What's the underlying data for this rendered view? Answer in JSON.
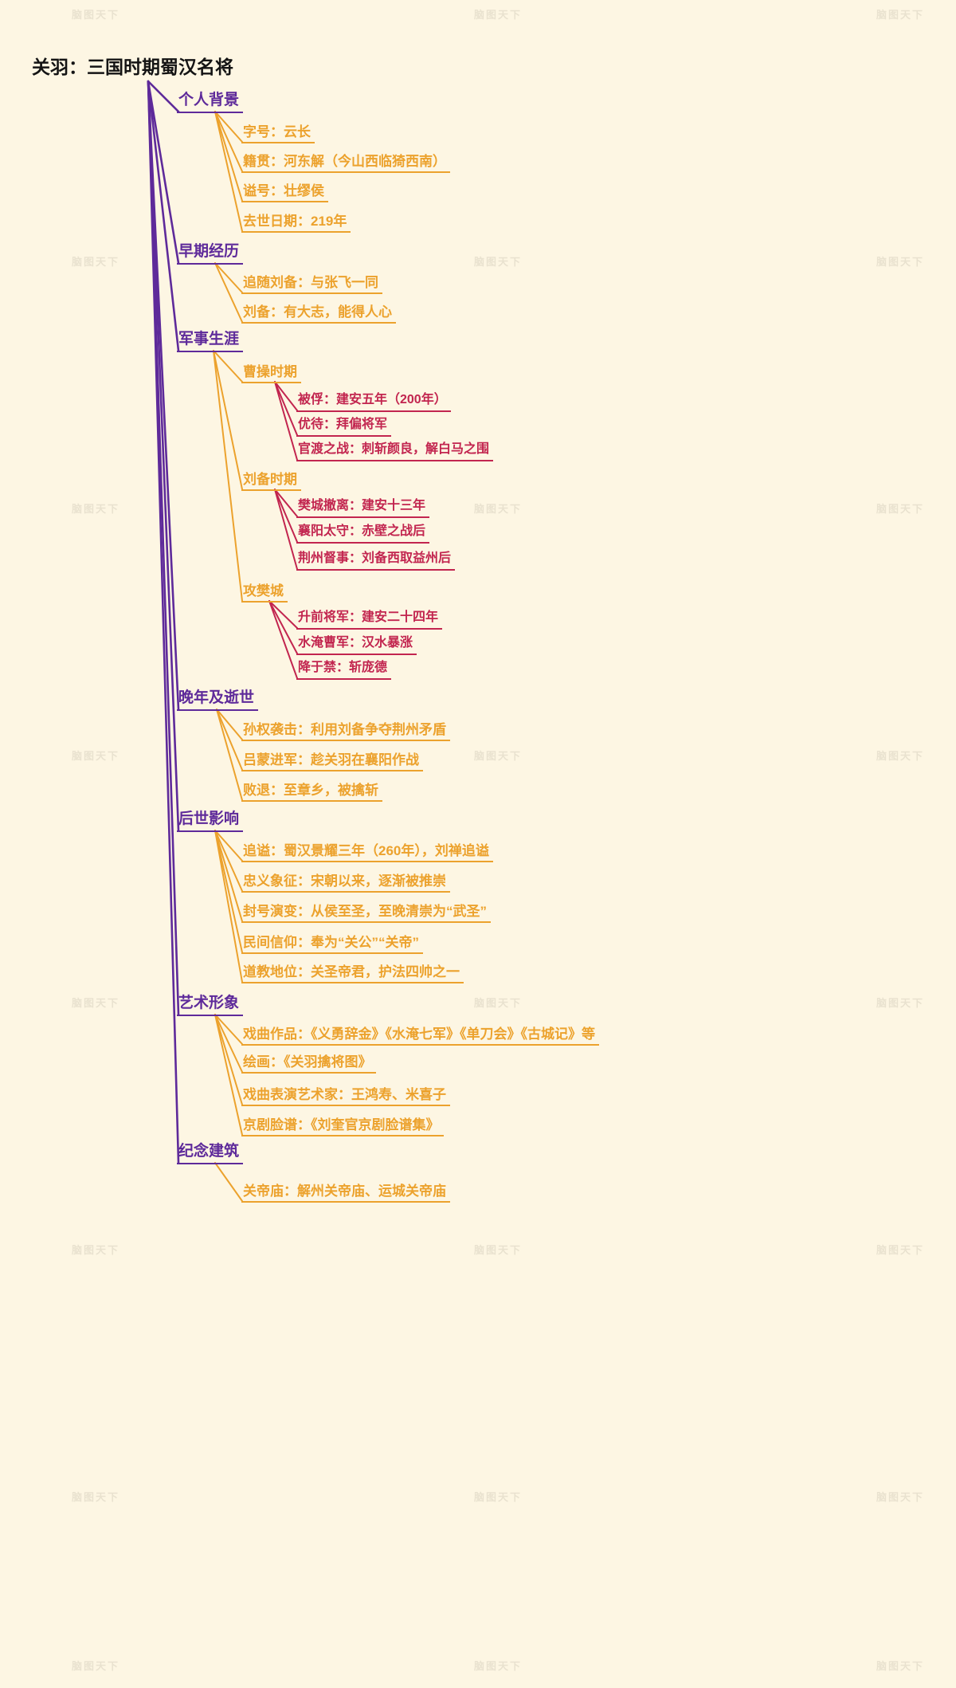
{
  "colors": {
    "level1": "#5E2A9A",
    "level2": "#ECA22D",
    "level3": "#C2254F",
    "background": "#FDF6E3",
    "root_color": "#141414",
    "watermark_color": "#D9D2C0"
  },
  "watermark": {
    "text": "脑图天下"
  },
  "root": {
    "label": "关羽：三国时期蜀汉名将"
  },
  "branches": [
    {
      "label": "个人背景",
      "children": [
        {
          "label": "字号：云长"
        },
        {
          "label": "籍贯：河东解（今山西临猗西南）"
        },
        {
          "label": "谥号：壮缪侯"
        },
        {
          "label": "去世日期：219年"
        }
      ]
    },
    {
      "label": "早期经历",
      "children": [
        {
          "label": "追随刘备：与张飞一同"
        },
        {
          "label": "刘备：有大志，能得人心"
        }
      ]
    },
    {
      "label": "军事生涯",
      "children": [
        {
          "label": "曹操时期",
          "children": [
            {
              "label": "被俘：建安五年（200年）"
            },
            {
              "label": "优待：拜偏将军"
            },
            {
              "label": "官渡之战：刺斩颜良，解白马之围"
            }
          ]
        },
        {
          "label": "刘备时期",
          "children": [
            {
              "label": "樊城撤离：建安十三年"
            },
            {
              "label": "襄阳太守：赤壁之战后"
            },
            {
              "label": "荆州督事：刘备西取益州后"
            }
          ]
        },
        {
          "label": "攻樊城",
          "children": [
            {
              "label": "升前将军：建安二十四年"
            },
            {
              "label": "水淹曹军：汉水暴涨"
            },
            {
              "label": "降于禁：斩庞德"
            }
          ]
        }
      ]
    },
    {
      "label": "晚年及逝世",
      "children": [
        {
          "label": "孙权袭击：利用刘备争夺荆州矛盾"
        },
        {
          "label": "吕蒙进军：趁关羽在襄阳作战"
        },
        {
          "label": "败退：至章乡，被擒斩"
        }
      ]
    },
    {
      "label": "后世影响",
      "children": [
        {
          "label": "追谥：蜀汉景耀三年（260年），刘禅追谥"
        },
        {
          "label": "忠义象征：宋朝以来，逐渐被推崇"
        },
        {
          "label": "封号演变：从侯至圣，至晚清崇为“武圣”"
        },
        {
          "label": "民间信仰：奉为“关公”“关帝”"
        },
        {
          "label": "道教地位：关圣帝君，护法四帅之一"
        }
      ]
    },
    {
      "label": "艺术形象",
      "children": [
        {
          "label": "戏曲作品：《义勇辞金》《水淹七军》《单刀会》《古城记》等"
        },
        {
          "label": "绘画：《关羽擒将图》"
        },
        {
          "label": "戏曲表演艺术家：王鸿寿、米喜子"
        },
        {
          "label": "京剧脸谱：《刘奎官京剧脸谱集》"
        }
      ]
    },
    {
      "label": "纪念建筑",
      "children": [
        {
          "label": "关帝庙：解州关帝庙、运城关帝庙"
        }
      ]
    }
  ]
}
